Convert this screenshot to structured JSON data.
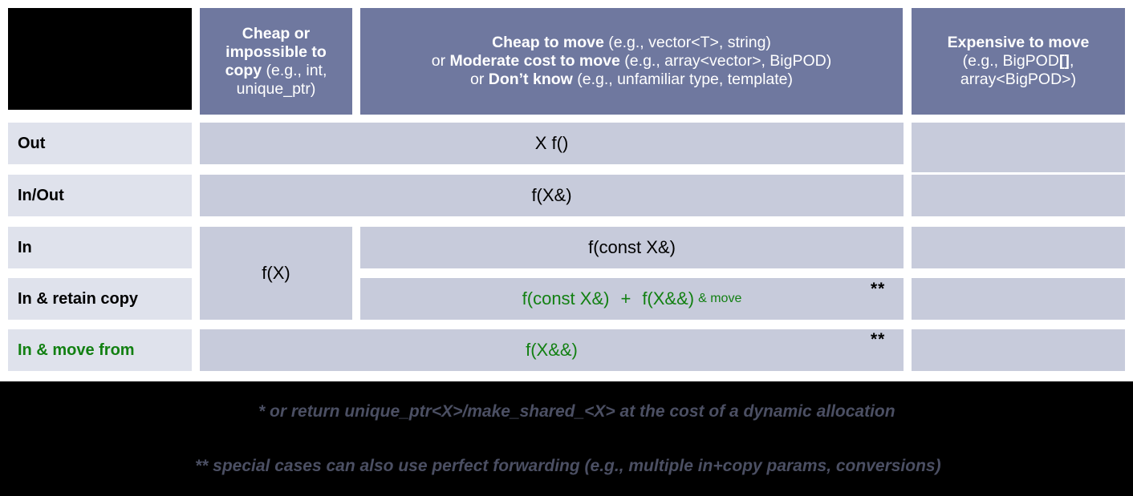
{
  "diagram": {
    "title": "C++ parameter passing guidelines matrix",
    "colors": {
      "header_bg": "#6f789f",
      "header_text": "#ffffff",
      "rowlabel_bg": "#dfe2ec",
      "cell_bg": "#c7cbdb",
      "text": "#000000",
      "accent_green": "#128012",
      "footer_bg": "#000000",
      "footnote_text": "#4b4f63"
    },
    "corner_cell": "",
    "columns": [
      {
        "id": "col-cheap-copy",
        "lines": [
          {
            "bold": "Cheap or",
            "rest": ""
          },
          {
            "bold": "impossible to",
            "rest": ""
          },
          {
            "bold": "copy",
            "rest": " (e.g., int,"
          },
          {
            "bold": "",
            "rest": "unique_ptr)"
          }
        ]
      },
      {
        "id": "col-cheap-move",
        "lines": [
          {
            "bold": "Cheap to move",
            "rest": " (e.g., vector<T>, string)"
          },
          {
            "bold": "Moderate cost to move",
            "rest": " (e.g., array<vector>, BigPOD)",
            "prefix": "or "
          },
          {
            "bold": "Don’t know",
            "rest": " (e.g., unfamiliar type, template)",
            "prefix": "or "
          }
        ]
      },
      {
        "id": "col-expensive-move",
        "lines": [
          {
            "bold": "Expensive to move",
            "rest": ""
          },
          {
            "bold": "",
            "rest": "(e.g., BigPOD",
            "boldtail": "[],"
          },
          {
            "bold": "",
            "rest": "array<BigPOD>)"
          }
        ]
      }
    ],
    "rows": [
      {
        "id": "row-out",
        "label": "Out",
        "green_label": false,
        "value": "X f()",
        "green_value": false,
        "star": ""
      },
      {
        "id": "row-inout",
        "label": "In/Out",
        "green_label": false,
        "value": "f(X&)",
        "green_value": false,
        "star": ""
      },
      {
        "id": "row-in",
        "label": "In",
        "green_label": false,
        "value": "f(const X&)",
        "green_value": false,
        "star": ""
      },
      {
        "id": "row-in-retain-copy",
        "label": "In & retain copy",
        "green_label": false,
        "value": "",
        "green_value": true,
        "star": "**"
      },
      {
        "id": "row-in-move-from",
        "label": "In & move from",
        "green_label": true,
        "value": "f(X&&)",
        "green_value": true,
        "star": "**"
      }
    ],
    "cheap_copy_cell": "f(X)",
    "retain_copy_combo": {
      "left": "f(const X&)",
      "plus": "+",
      "right": "f(X&&)",
      "suffix": "& move"
    },
    "stars": {
      "retain_copy": "**",
      "move_from": "**"
    },
    "footnotes": [
      "* or return unique_ptr<X>/make_shared_<X> at the cost of a dynamic allocation",
      "** special cases can also use perfect forwarding (e.g., multiple in+copy params, conversions)"
    ]
  }
}
